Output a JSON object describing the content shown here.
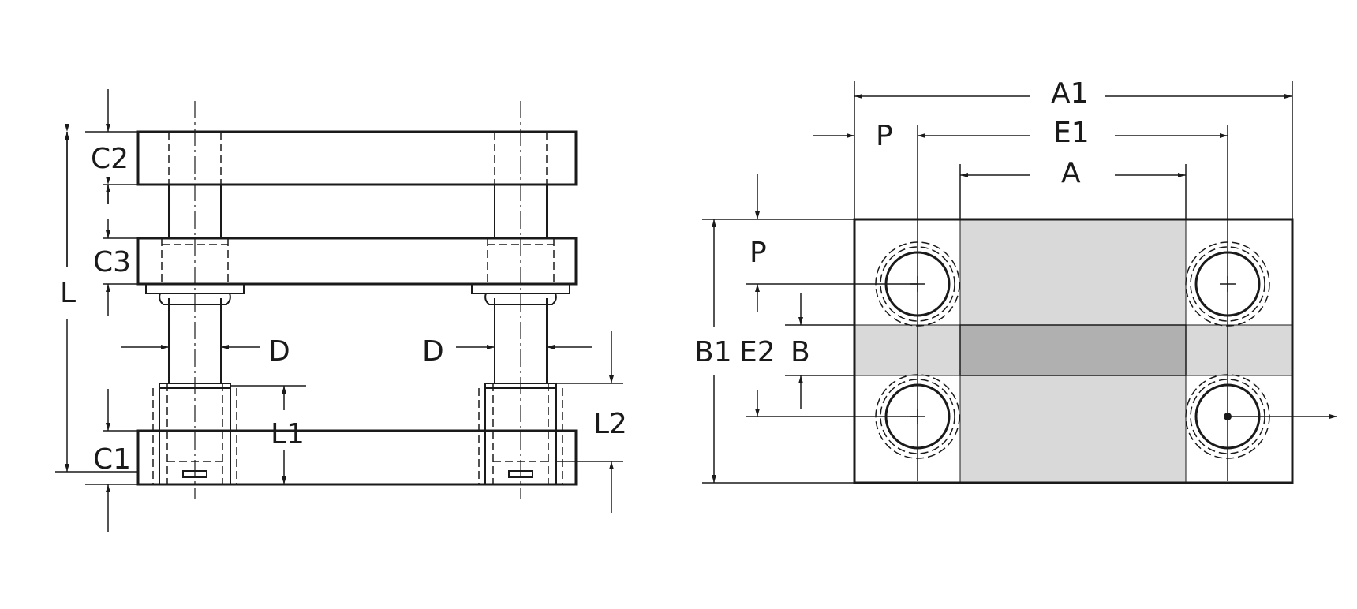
{
  "labels": {
    "c2": "C2",
    "c3": "C3",
    "l": "L",
    "d_left": "D",
    "d_right": "D",
    "c1": "C1",
    "l1": "L1",
    "l2": "L2",
    "a1": "A1",
    "p_top": "P",
    "e1": "E1",
    "a": "A",
    "p_side": "P",
    "b1": "B1",
    "e2": "E2",
    "b": "B"
  },
  "colors": {
    "line": "#1a1a1a",
    "light_fill": "#d9d9d9",
    "dark_fill": "#b0b0b0",
    "background": "#ffffff"
  }
}
